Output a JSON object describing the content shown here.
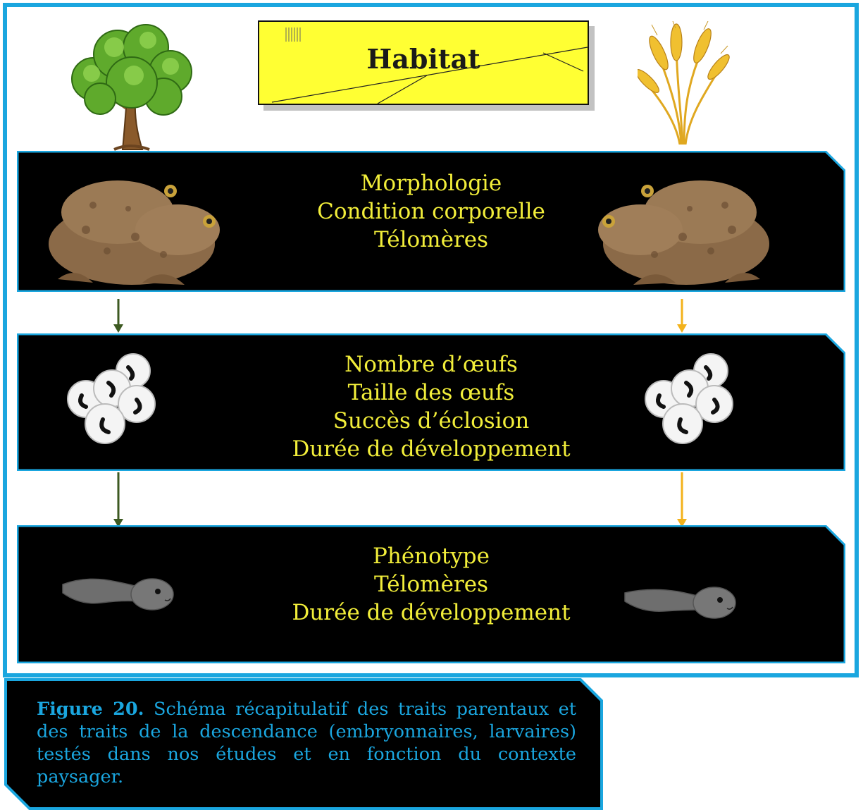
{
  "header": {
    "title": "Habitat"
  },
  "panels": [
    {
      "lines": [
        "Morphologie",
        "Condition corporelle",
        "Télomères"
      ]
    },
    {
      "lines": [
        "Nombre d’œufs",
        "Taille des œufs",
        "Succès d’éclosion",
        "Durée de développement"
      ]
    },
    {
      "lines": [
        "Phénotype",
        "Télomères",
        "Durée de développement"
      ]
    }
  ],
  "icons": {
    "left_habitat": "tree-icon",
    "right_habitat": "wheat-icon",
    "parents": "toad-pair-icon",
    "eggs": "egg-cluster-icon",
    "larva": "tadpole-icon"
  },
  "colors": {
    "accent": "#1aa6df",
    "panel_bg": "#000000",
    "panel_text": "#f2ee3a",
    "title_bg": "#ffff33",
    "arrow_forest": "#3d5a22",
    "arrow_crop": "#f3b21b"
  },
  "caption": {
    "label": "Figure 20.",
    "text": " Schéma récapitulatif des traits parentaux et des traits de la descendance (embryonnaires, larvaires) testés dans nos études et en fonction du contexte paysager."
  }
}
